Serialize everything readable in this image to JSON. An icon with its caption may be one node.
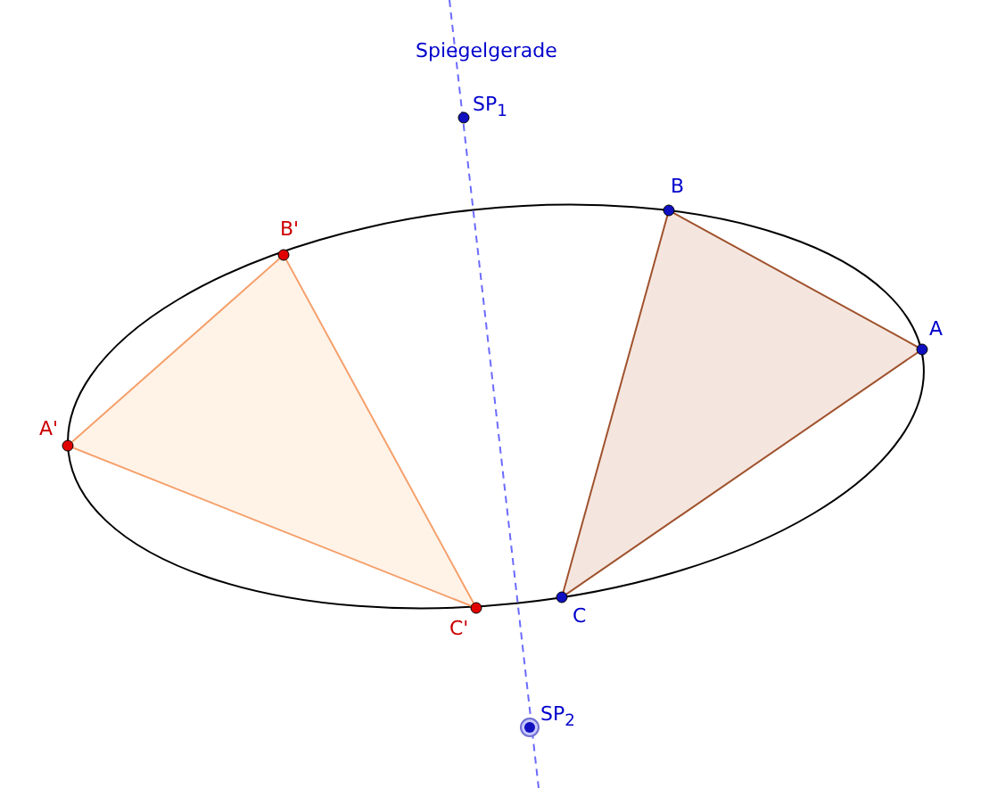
{
  "diagram": {
    "labels": [
      "Spiegelgerade",
      "SP$_{1}$",
      "B",
      "B'",
      "A",
      "A'",
      "C",
      "C'",
      "SP$_{2}$"
    ]
  }
}
